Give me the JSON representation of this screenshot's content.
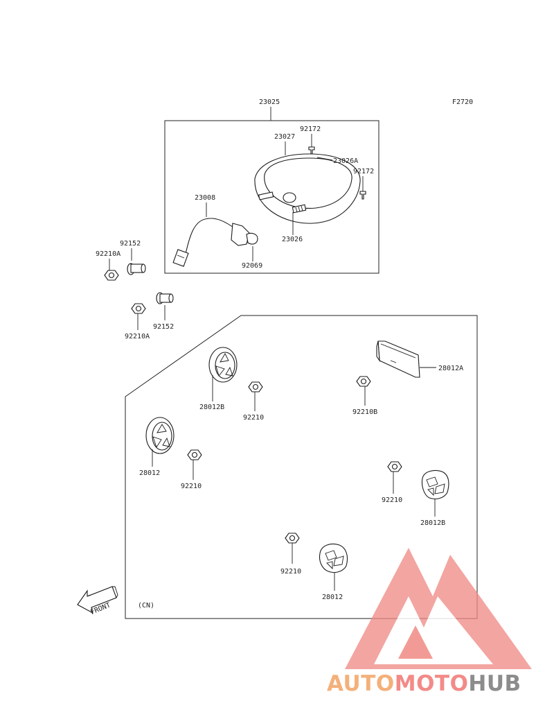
{
  "figure_code": "F2720",
  "region_label": "(CN)",
  "front_label": "FRONT",
  "watermark": {
    "part1": "AUTO",
    "part2": "MOTO",
    "part3": "HUB",
    "color1": "#f4b07a",
    "color2": "#f28b88",
    "color3": "#8c8c8c",
    "logo_color": "#f08a84"
  },
  "labels": {
    "assy": "23025",
    "lens": "23027",
    "screw_top": "92172",
    "gasket": "23026A",
    "screw_right": "92172",
    "socket_wire": "23008",
    "socket": "23026",
    "bulb": "92069",
    "collar_upper": "92152",
    "nut_upper": "92210A",
    "collar_lower": "92152",
    "nut_lower": "92210A",
    "reflector_b_top": "28012B",
    "nut_a": "92210",
    "plate_a": "28012A",
    "nut_b": "92210B",
    "reflector_left": "28012",
    "nut_c": "92210",
    "nut_d": "92210",
    "reflector_b_right": "28012B",
    "nut_e": "92210",
    "reflector_bottom": "28012"
  }
}
